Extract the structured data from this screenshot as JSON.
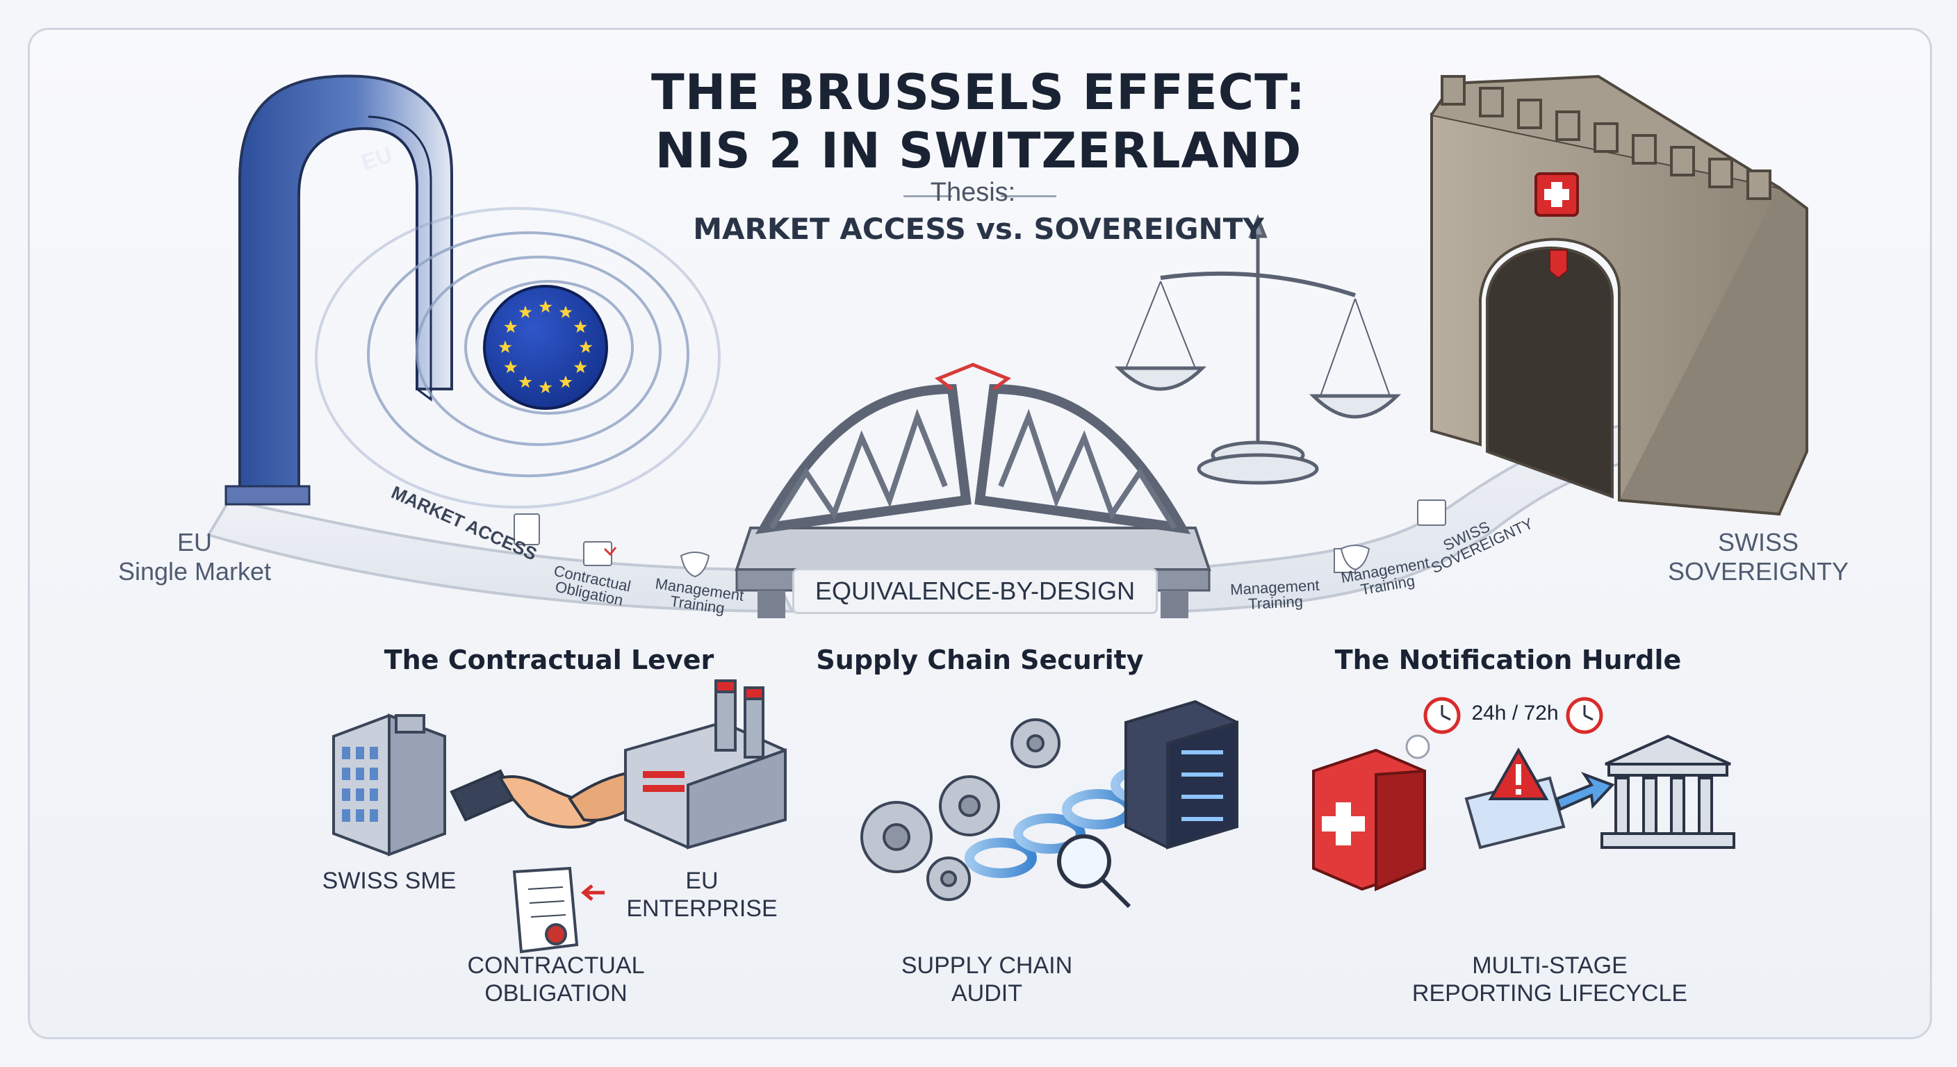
{
  "title": {
    "line1": "THE BRUSSELS EFFECT:",
    "line2": "NIS 2 IN SWITZERLAND"
  },
  "thesis": {
    "label": "Thesis:",
    "text": "MARKET ACCESS vs. SOVEREIGNTY"
  },
  "eu_arch": {
    "label": "EU"
  },
  "left": {
    "line1": "EU",
    "line2": "Single Market"
  },
  "right": {
    "line1": "SWISS",
    "line2": "SOVEREIGNTY"
  },
  "bridge": {
    "label": "EQUIVALENCE-BY-DESIGN"
  },
  "road_left": {
    "title": "MARKET ACCESS",
    "items": [
      "Contractual Obligation",
      "Management Training"
    ]
  },
  "road_right": {
    "items": [
      "Management Training",
      "Management Training",
      "SWISS SOVEREIGNTY"
    ]
  },
  "sections": [
    {
      "title": "The Contractual Lever",
      "labels": [
        "SWISS SME",
        "EU ENTERPRISE"
      ],
      "caption1": "CONTRACTUAL",
      "caption2": "OBLIGATION"
    },
    {
      "title": "Supply Chain Security",
      "caption1": "SUPPLY CHAIN",
      "caption2": "AUDIT"
    },
    {
      "title": "The Notification Hurdle",
      "timer": "24h / 72h",
      "caption1": "MULTI-STAGE",
      "caption2": "REPORTING LIFECYCLE"
    }
  ],
  "colors": {
    "eu_blue": "#1f3f8c",
    "swiss_red": "#d92b2b",
    "stone": "#a69c8e",
    "steel": "#6f7686",
    "link_glow": "#58a8e8"
  },
  "icons": [
    "eu-flag-icon",
    "scale-icon",
    "handshake-icon",
    "gear-icon",
    "chain-icon",
    "server-icon",
    "magnifier-icon",
    "alarm-clock-icon",
    "warning-icon",
    "government-building-icon",
    "factory-icon",
    "office-building-icon",
    "scroll-icon"
  ]
}
